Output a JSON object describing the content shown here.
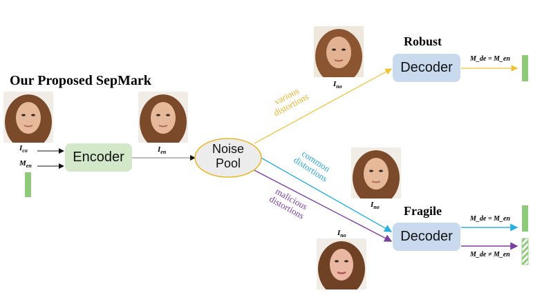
{
  "titles": {
    "main": "Our Proposed SepMark",
    "robust": "Robust",
    "fragile": "Fragile"
  },
  "blocks": {
    "encoder": "Encoder",
    "noise_pool_line1": "Noise",
    "noise_pool_line2": "Pool",
    "decoder_robust": "Decoder",
    "decoder_fragile": "Decoder"
  },
  "labels": {
    "ico": {
      "base": "I",
      "sub": "co"
    },
    "men": {
      "base": "M",
      "sub": "en"
    },
    "ien": {
      "base": "I",
      "sub": "en"
    },
    "ino_robust": {
      "base": "I",
      "sub": "no"
    },
    "ino_common": {
      "base": "I",
      "sub": "no"
    },
    "ino_malicious": {
      "base": "I",
      "sub": "no"
    }
  },
  "distortions": {
    "various": [
      "various",
      "distortions"
    ],
    "common": [
      "common",
      "distortions"
    ],
    "malicious": [
      "malicious",
      "distortions"
    ]
  },
  "equations": {
    "robust_out": "M_de = M_en",
    "fragile_out_1": "M_de = M_en",
    "fragile_out_2": "M_de ≠ M_en"
  },
  "colors": {
    "encoder_fill": "#d3e8c9",
    "decoder_fill": "#c9d9ee",
    "noise_fill": "#ececec",
    "noise_border": "#e8b72b",
    "various": "#f0c132",
    "common": "#2ab0e0",
    "malicious": "#7b3fa1",
    "message_bar": "#8fc97a",
    "skin": "#e6b99a",
    "hair": "#7a4a2a"
  }
}
